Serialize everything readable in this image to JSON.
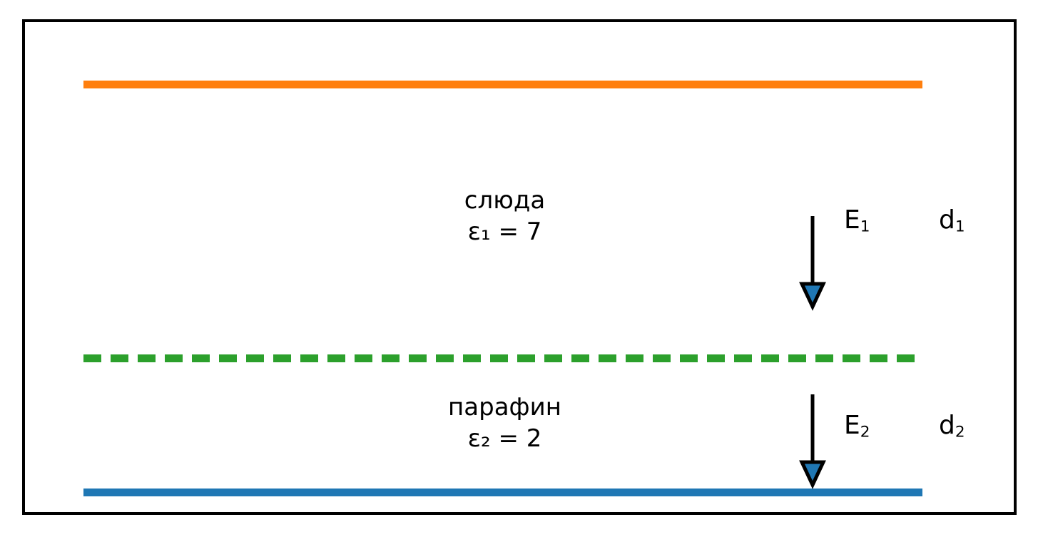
{
  "figure": {
    "type": "physics-diagram",
    "description": "Two-layer dielectric capacitor cross-section",
    "background_color": "#ffffff",
    "frame_color": "#000000"
  },
  "plates": {
    "top": {
      "name": "top-plate",
      "color": "#ff7f0e"
    },
    "bottom": {
      "name": "bottom-plate",
      "color": "#1f77b4"
    }
  },
  "interface": {
    "name": "dielectric-interface",
    "color": "#2ca02c",
    "style": "dashed"
  },
  "layers": [
    {
      "material": "слюда",
      "permittivity_symbol": "ε",
      "permittivity_subscript": "1",
      "permittivity_equation": "ε₁ = 7",
      "permittivity_value": "7",
      "field_label": "E",
      "field_subscript": "1",
      "thickness_label": "d",
      "thickness_subscript": "1",
      "arrow_direction": "down",
      "arrow_head_color": "#1f77b4",
      "arrow_line_color": "#000000"
    },
    {
      "material": "парафин",
      "permittivity_symbol": "ε",
      "permittivity_subscript": "2",
      "permittivity_equation": "ε₂ = 2",
      "permittivity_value": "2",
      "field_label": "E",
      "field_subscript": "2",
      "thickness_label": "d",
      "thickness_subscript": "2",
      "arrow_direction": "down",
      "arrow_head_color": "#1f77b4",
      "arrow_line_color": "#000000"
    }
  ]
}
